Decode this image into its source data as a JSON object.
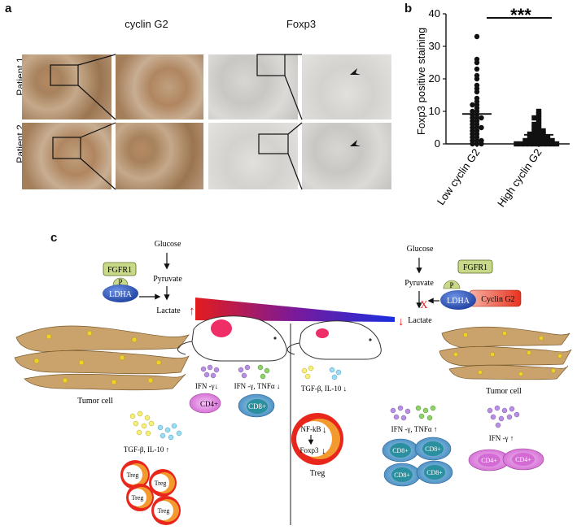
{
  "panel_a": {
    "letter": "a",
    "col_headers": [
      "cyclin G2",
      "Foxp3"
    ],
    "row_headers": [
      "Patient 1",
      "Patient 2"
    ]
  },
  "panel_b": {
    "letter": "b",
    "significance": "***"
  },
  "chart_data": {
    "type": "scatter",
    "categories": [
      "Low cyclin G2",
      "High cyclin G2"
    ],
    "ylabel": "Foxp3 positive staining",
    "ylim": [
      0,
      40
    ],
    "yticks": [
      0,
      10,
      20,
      30,
      40
    ],
    "series": [
      {
        "marker": "circle",
        "values": [
          33,
          26,
          25,
          23,
          21,
          20,
          18,
          17,
          16,
          14,
          13,
          12,
          12,
          11,
          10,
          10,
          9,
          9,
          8,
          8,
          8,
          7,
          7,
          6,
          6,
          5,
          5,
          5,
          4,
          4,
          3,
          3,
          2,
          2,
          1,
          1,
          1,
          0,
          0,
          0
        ],
        "mean": 9.2
      },
      {
        "marker": "square",
        "values": [
          10,
          9,
          8,
          8,
          7,
          6,
          6,
          5,
          5,
          4,
          4,
          4,
          3,
          3,
          3,
          3,
          2,
          2,
          2,
          2,
          2,
          1,
          1,
          1,
          1,
          1,
          1,
          1,
          0,
          0,
          0,
          0,
          0,
          0,
          0,
          0,
          0,
          0
        ],
        "mean": 2.8
      }
    ]
  },
  "panel_c": {
    "letter": "c",
    "left": {
      "glucose": "Glucose",
      "pyruvate": "Pyruvate",
      "lactate": "Lactate",
      "fgfr1": "FGFR1",
      "p": "P",
      "ldha": "LDHA",
      "tumor_cell": "Tumor cell",
      "cd4_cytokine": "IFN -γ↓",
      "cd4": "CD4+",
      "cd8_cytokine": "IFN -γ, TNFα ↓",
      "cd8": "CD8+",
      "treg_cytokine": "TGF-β, IL-10 ↑",
      "treg": "Treg"
    },
    "right": {
      "glucose": "Glucose",
      "pyruvate": "Pyruvate",
      "lactate": "Lactate",
      "fgfr1": "FGFR1",
      "p": "P",
      "ldha": "LDHA",
      "cyclin": "Cyclin G2",
      "block": "X",
      "tumor_cell": "Tumor cell",
      "treg_cytokine": "TGF-β, IL-10 ↓",
      "nfkb": "NF-kB",
      "foxp3": "Foxp3",
      "treg": "Treg",
      "cd8_cytokine": "IFN -γ, TNFα ↑",
      "cd8": "CD8+",
      "cd4_cytokine": "IFN -γ ↑",
      "cd4": "CD4+"
    },
    "arrows": {
      "up": "↑",
      "down": "↓"
    }
  },
  "colors": {
    "red": "#e41a1c",
    "blue": "#1f2fd1",
    "ldha": "#2b56c0",
    "fgfr1": "#c9d98a",
    "cyclin": "#f04a3a",
    "cd4": "#e08ee0",
    "cd8": "#3a8fa6",
    "treg_outer": "#e8261c",
    "treg_mid": "#f29a2e",
    "tumor": "#c9a36b",
    "tumor_dot": "#f0d12a",
    "mouse_tumor": "#ef2d67"
  }
}
